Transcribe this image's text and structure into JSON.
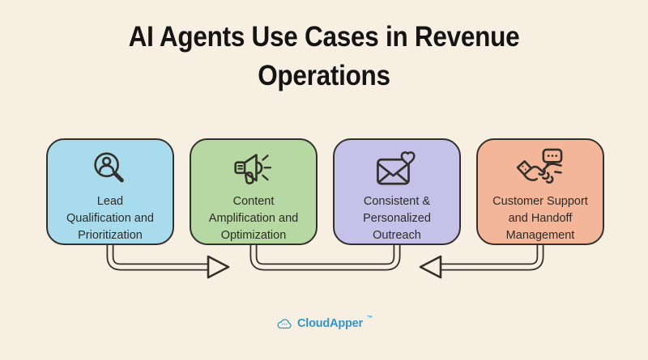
{
  "title_lines": [
    "AI Agents Use Cases in Revenue",
    "Operations"
  ],
  "colors": {
    "background": "#f8efe3",
    "ink": "#33302c",
    "title": "#141414",
    "text": "#2e2b27",
    "logo": "#2e96d0"
  },
  "cards": [
    {
      "id": "lead-qualification",
      "icon": "person-magnifier-icon",
      "bg": "#a8dcec",
      "label_lines": [
        "Lead",
        "Qualification and",
        "Prioritization"
      ]
    },
    {
      "id": "content-amplification",
      "icon": "megaphone-icon",
      "bg": "#b6d8a2",
      "label_lines": [
        "Content",
        "Amplification and",
        "Optimization"
      ]
    },
    {
      "id": "personalized-outreach",
      "icon": "mail-heart-icon",
      "bg": "#c6c1e9",
      "label_lines": [
        "Consistent &",
        "Personalized",
        "Outreach"
      ]
    },
    {
      "id": "customer-support",
      "icon": "handshake-chat-icon",
      "bg": "#f4b698",
      "label_lines": [
        "Customer Support",
        "and Handoff",
        "Management"
      ]
    }
  ],
  "arrows": [
    {
      "from": "lead-qualification",
      "to": "content-amplification",
      "style": "arrow-right"
    },
    {
      "from": "content-amplification",
      "to": "personalized-outreach",
      "style": "u-connector"
    },
    {
      "from": "customer-support",
      "to": "personalized-outreach",
      "style": "arrow-left"
    }
  ],
  "footer": {
    "brand": "CloudApper",
    "trademark": "™"
  }
}
